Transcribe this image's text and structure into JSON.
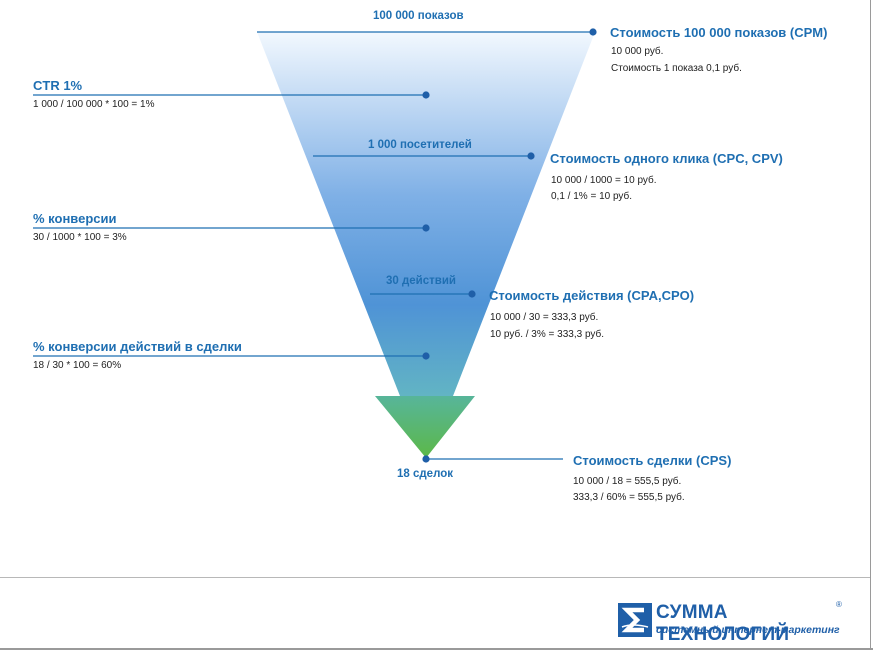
{
  "stages": {
    "impressions": "100 000 показов",
    "visitors": "1 000 посетителей",
    "actions": "30 действий",
    "deals": "18 сделок"
  },
  "left": {
    "ctr": {
      "title": "CTR 1%",
      "formula": "1 000 / 100 000 * 100 = 1%"
    },
    "conversion": {
      "title": "% конверсии",
      "formula": "30 / 1000 * 100 = 3%"
    },
    "deal_conversion": {
      "title": "% конверсии действий в сделки",
      "formula": "18 / 30 * 100 = 60%"
    }
  },
  "right": {
    "cpm": {
      "title": "Стоимость 100 000 показов (CPM)",
      "line1": "10 000 руб.",
      "line2": "Стоимость 1 показа 0,1 руб."
    },
    "cpc": {
      "title": "Стоимость одного клика (CPC, CPV)",
      "line1": "10 000 / 1000 = 10 руб.",
      "line2": "0,1 / 1% = 10 руб."
    },
    "cpa": {
      "title": "Стоимость действия (CPA,CPO)",
      "line1": "10 000 / 30 = 333,3 руб.",
      "line2": "10 руб. / 3% = 333,3 руб."
    },
    "cps": {
      "title": "Стоимость сделки (CPS)",
      "line1": "10 000 / 18 = 555,5 руб.",
      "line2": "333,3 / 60% = 555,5 руб."
    }
  },
  "logo": {
    "name": "СУММА ТЕХНОЛОГИЙ",
    "registered": "®",
    "tagline": "системный интернет-маркетинг",
    "icon": "summa-logo-icon"
  },
  "colors": {
    "accent": "#1f6fb2",
    "funnel_top": "#eaf3fc",
    "funnel_mid": "#4f93d6",
    "funnel_low": "#68b8c8",
    "arrow_top": "#3aa89a",
    "arrow_bottom": "#5cb848"
  }
}
